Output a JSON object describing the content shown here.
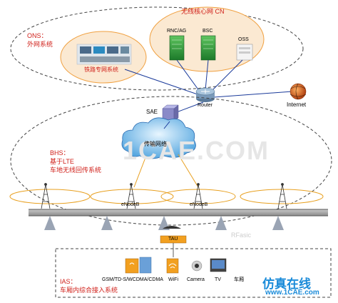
{
  "ons": {
    "title": "ONS：",
    "subtitle": "外网系统",
    "railway_label": "铁路专网系统"
  },
  "cn": {
    "title": "无线核心网 CN",
    "nodes": [
      "RNC/AG",
      "BSC",
      "OSS"
    ]
  },
  "router": {
    "label": "Router"
  },
  "internet": {
    "label": "Internet"
  },
  "sae": {
    "label": "SAE"
  },
  "transport": {
    "label": "传输网络"
  },
  "bhs": {
    "title": "BHS：",
    "line2": "基于LTE",
    "line3": "车地无线回传系统"
  },
  "enodeb": [
    "eNodeB",
    "eNodeB"
  ],
  "tau": {
    "label": "TAU"
  },
  "ias": {
    "title": "IAS：",
    "subtitle": "车厢内综合接入系统",
    "devices": [
      "GSM/TD-S/WCDMA/CDMA",
      "WiFi",
      "Camera",
      "TV"
    ],
    "car_label": "车厢"
  },
  "watermark": {
    "text": "1CAE.COM",
    "small": "RFasic"
  },
  "brand": {
    "cn": "仿真在线",
    "url": "www.1CAE.com"
  },
  "colors": {
    "red_text": "#d0201a",
    "lte_ring": "#e8a020",
    "link_line": "#1a3a9a",
    "device_box": "#f2a020"
  }
}
